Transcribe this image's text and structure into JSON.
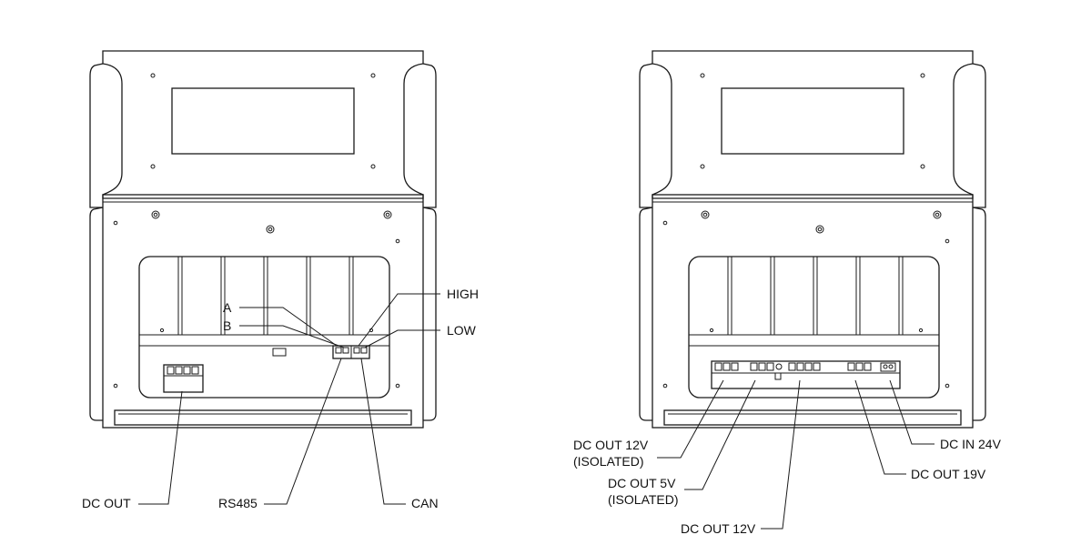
{
  "left_unit": {
    "labels": {
      "a": "A",
      "b": "B",
      "high": "HIGH",
      "low": "LOW",
      "dc_out": "DC OUT",
      "rs485": "RS485",
      "can": "CAN"
    }
  },
  "right_unit": {
    "labels": {
      "dc_out_12v_isolated_l1": "DC OUT 12V",
      "dc_out_12v_isolated_l2": "(ISOLATED)",
      "dc_out_5v_isolated_l1": "DC OUT 5V",
      "dc_out_5v_isolated_l2": "(ISOLATED)",
      "dc_out_12v": "DC OUT 12V",
      "dc_out_19v": "DC OUT 19V",
      "dc_in_24v": "DC IN 24V"
    }
  }
}
